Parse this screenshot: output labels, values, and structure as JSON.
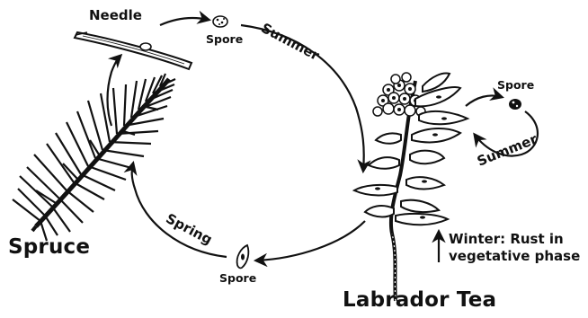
{
  "labels": {
    "needle": "Needle",
    "spore_top": "Spore",
    "summer_top": "Summer",
    "spore_right": "Spore",
    "summer_right": "Summer",
    "spring": "Spring",
    "spore_bottom": "Spore",
    "spruce": "Spruce",
    "labrador_tea": "Labrador Tea",
    "winter_line1": "Winter: Rust in",
    "winter_line2": "vegetative phase"
  },
  "colors": {
    "ink": "#111111",
    "background": "#ffffff"
  }
}
